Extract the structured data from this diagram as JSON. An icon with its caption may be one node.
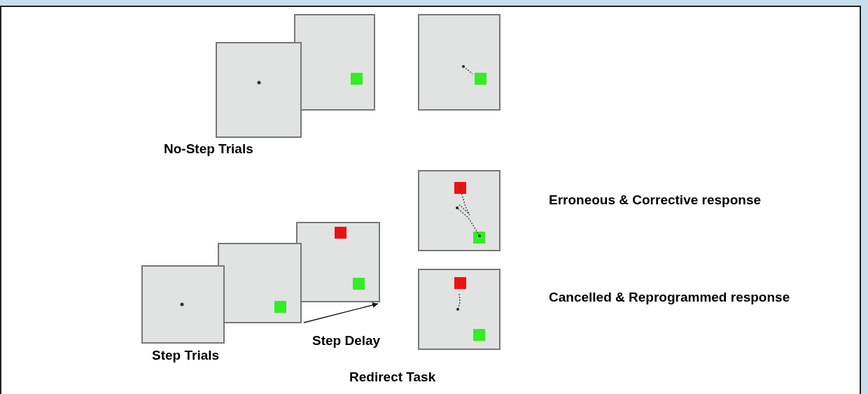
{
  "diagram": {
    "caption": "Redirect Task",
    "nodes": [
      {
        "text": [],
        "shape": "box"
      },
      {
        "text": [],
        "shape": "box"
      },
      {
        "text": [],
        "shape": "box"
      },
      {
        "text": [],
        "shape": "box"
      },
      {
        "text": [],
        "shape": "box"
      },
      {
        "text": [],
        "shape": "box"
      },
      {
        "text": [],
        "shape": "box"
      },
      {
        "text": [],
        "shape": "box"
      }
    ],
    "edges": [
      {
        "from": 4,
        "to": 5,
        "arrow": "to",
        "label": "Step Delay"
      }
    ],
    "labels": [
      "No-Step Trials",
      "Erroneous & Corrective response",
      "Cancelled & Reprogrammed response",
      "Step Trials"
    ]
  }
}
